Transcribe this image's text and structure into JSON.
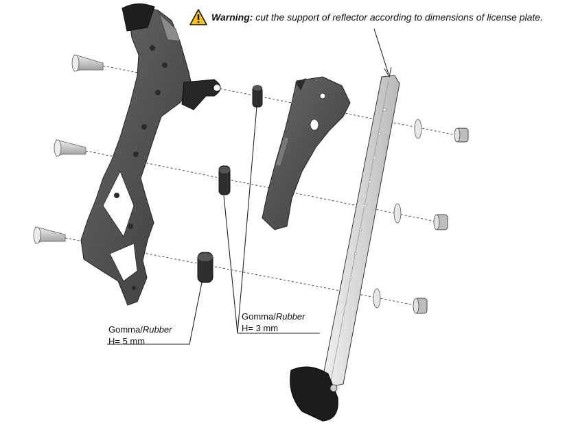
{
  "warning": {
    "icon": "warning-triangle-icon",
    "label": "Warning:",
    "text": "cut the support of reflector according to dimensions of license plate."
  },
  "callouts": [
    {
      "id": "rubber-5mm",
      "line1_regular": "Gomma/",
      "line1_italic": "Rubber",
      "line2": "H= 5 mm"
    },
    {
      "id": "rubber-3mm",
      "line1_regular": "Gomma/",
      "line1_italic": "Rubber",
      "line2": "H= 3 mm"
    }
  ],
  "colors": {
    "dark_part": "#4a4a4a",
    "light_part": "#d6d6d6",
    "warning_fill": "#f4c21b",
    "line": "#222222"
  }
}
